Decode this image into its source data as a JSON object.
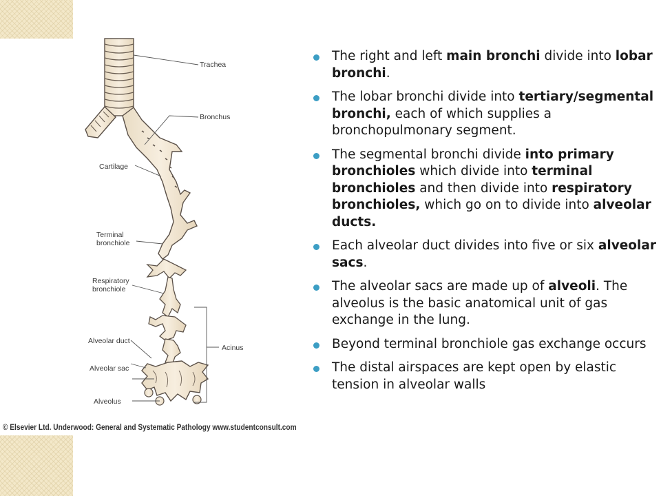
{
  "labels": {
    "trachea": "Trachea",
    "bronchus": "Bronchus",
    "cartilage": "Cartilage",
    "terminal_1": "Terminal",
    "terminal_2": "bronchiole",
    "respiratory_1": "Respiratory",
    "respiratory_2": "bronchiole",
    "acinus": "Acinus",
    "alveolar_duct": "Alveolar duct",
    "alveolar_sac": "Alveolar sac",
    "alveolus": "Alveolus"
  },
  "copyright": "© Elsevier Ltd. Underwood: General and Systematic Pathology www.studentconsult.com",
  "bullets": [
    {
      "parts": [
        {
          "t": "The right  and left "
        },
        {
          "t": "main bronchi",
          "b": true
        },
        {
          "t": " divide into "
        },
        {
          "t": "lobar bronchi",
          "b": true
        },
        {
          "t": "."
        }
      ]
    },
    {
      "parts": [
        {
          "t": "The lobar bronchi divide into "
        },
        {
          "t": "tertiary/segmental bronchi,",
          "b": true
        },
        {
          "t": " each of which supplies a bronchopulmonary segment."
        }
      ]
    },
    {
      "parts": [
        {
          "t": "The segmental bronchi divide "
        },
        {
          "t": "into  primary bronchioles",
          "b": true
        },
        {
          "t": " which divide into "
        },
        {
          "t": "terminal bronchioles",
          "b": true
        },
        {
          "t": " and then divide into "
        },
        {
          "t": "respiratory bronchioles,",
          "b": true
        },
        {
          "t": " which go on to divide into "
        },
        {
          "t": "alveolar ducts.",
          "b": true
        }
      ]
    },
    {
      "parts": [
        {
          "t": "Each alveolar duct divides into five or six "
        },
        {
          "t": "alveolar sacs",
          "b": true
        },
        {
          "t": "."
        }
      ]
    },
    {
      "parts": [
        {
          "t": "The alveolar sacs are made up of "
        },
        {
          "t": "alveoli",
          "b": true
        },
        {
          "t": ". The alveolus is the basic anatomical unit of gas exchange in the lung."
        }
      ]
    },
    {
      "parts": [
        {
          "t": "Beyond terminal bronchiole gas exchange occurs"
        }
      ]
    },
    {
      "parts": [
        {
          "t": "The distal airspaces are kept open by elastic tension in alveolar walls"
        }
      ]
    }
  ],
  "colors": {
    "accent": "#3c9ec4",
    "tissue": "#f2e6d2",
    "tissue_edge": "#5a5048",
    "corner": "#f3e8c9"
  }
}
